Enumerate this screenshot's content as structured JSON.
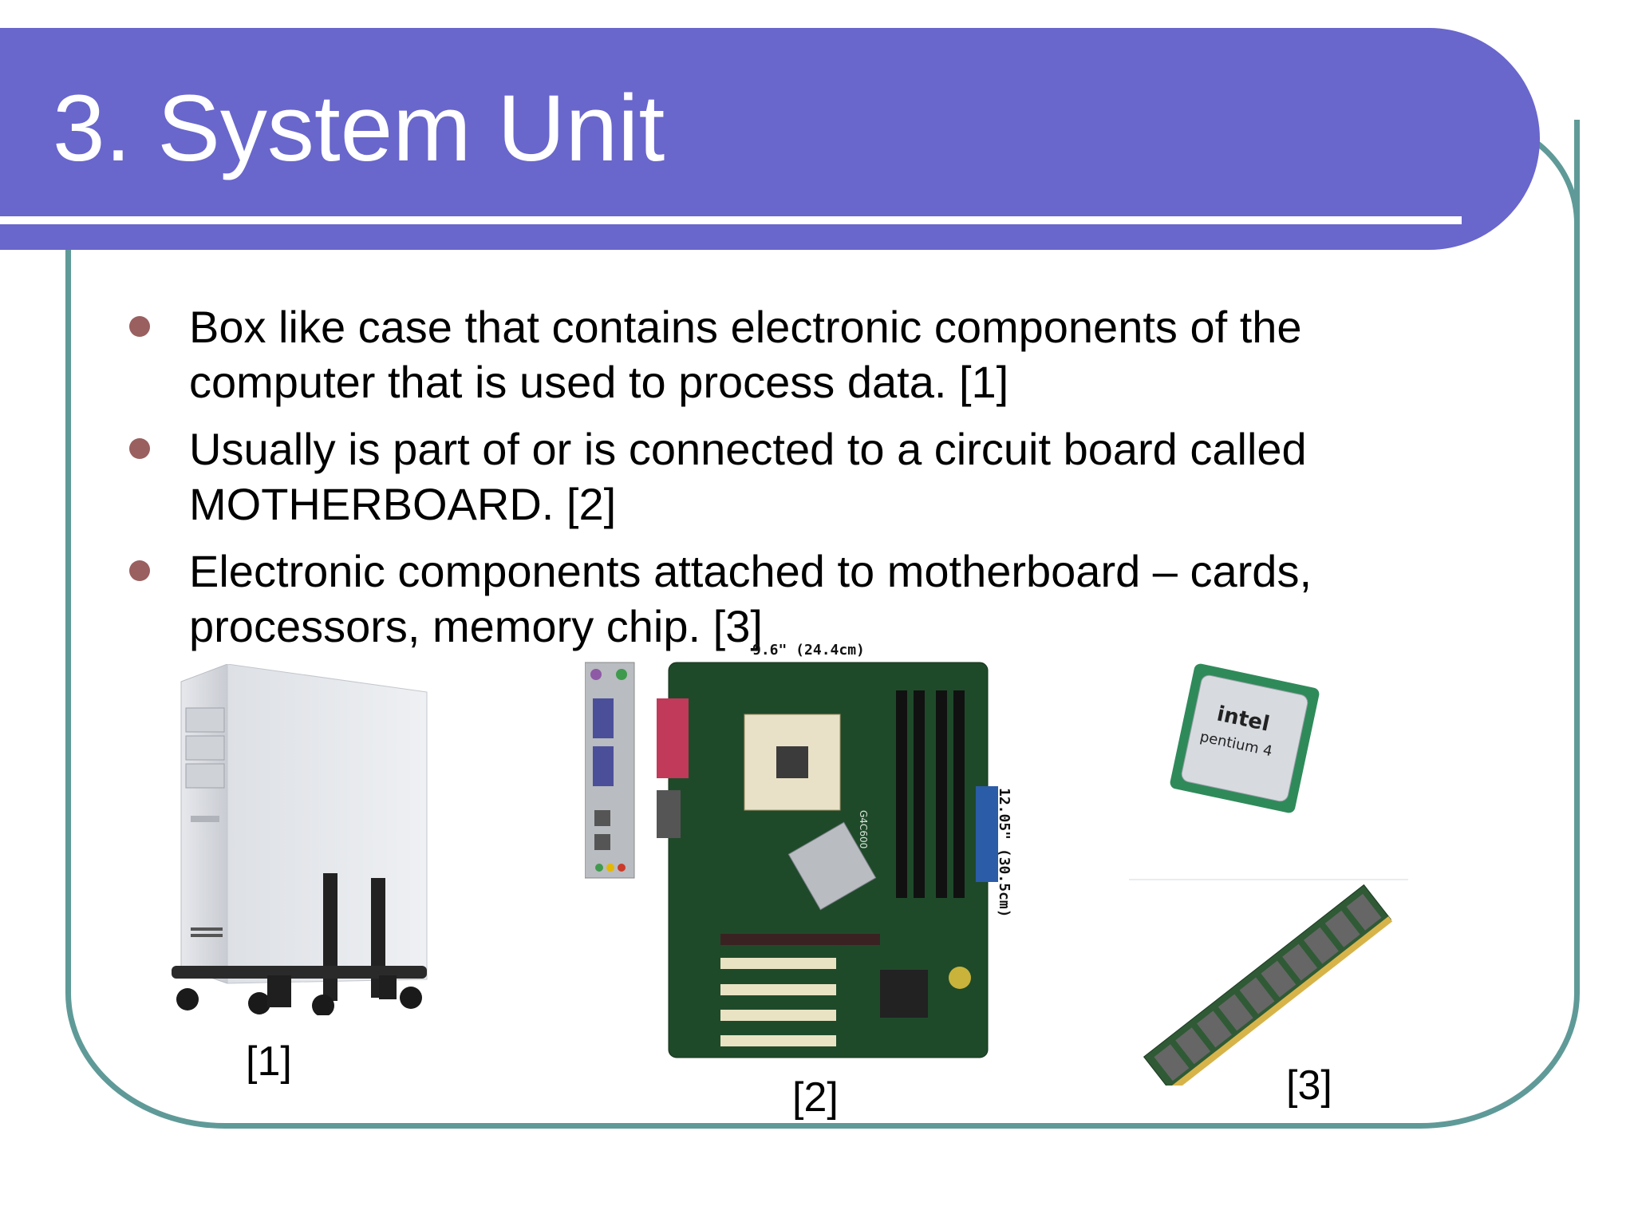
{
  "slide": {
    "title": "3. System Unit",
    "bullets": [
      "Box like case that contains electronic components of the computer that is used to process data. [1]",
      "Usually is part of or is connected to a circuit board called MOTHERBOARD. [2]",
      "Electronic components attached to motherboard – cards, processors, memory chip. [3]"
    ],
    "images": {
      "case": {
        "caption": "[1]"
      },
      "motherboard": {
        "caption": "[2]",
        "width_label": "9.6\" (24.4cm)",
        "height_label": "12.05\" (30.5cm)",
        "model_text": "G4C600"
      },
      "cpu": {
        "brand": "intel",
        "model": "pentium 4"
      },
      "ram": {
        "caption": "[3]"
      }
    },
    "colors": {
      "title_band": "#6966cc",
      "frame": "#5f9a98",
      "bullet_dot": "#9a5f5f",
      "board_green": "#1f4a2a"
    }
  }
}
